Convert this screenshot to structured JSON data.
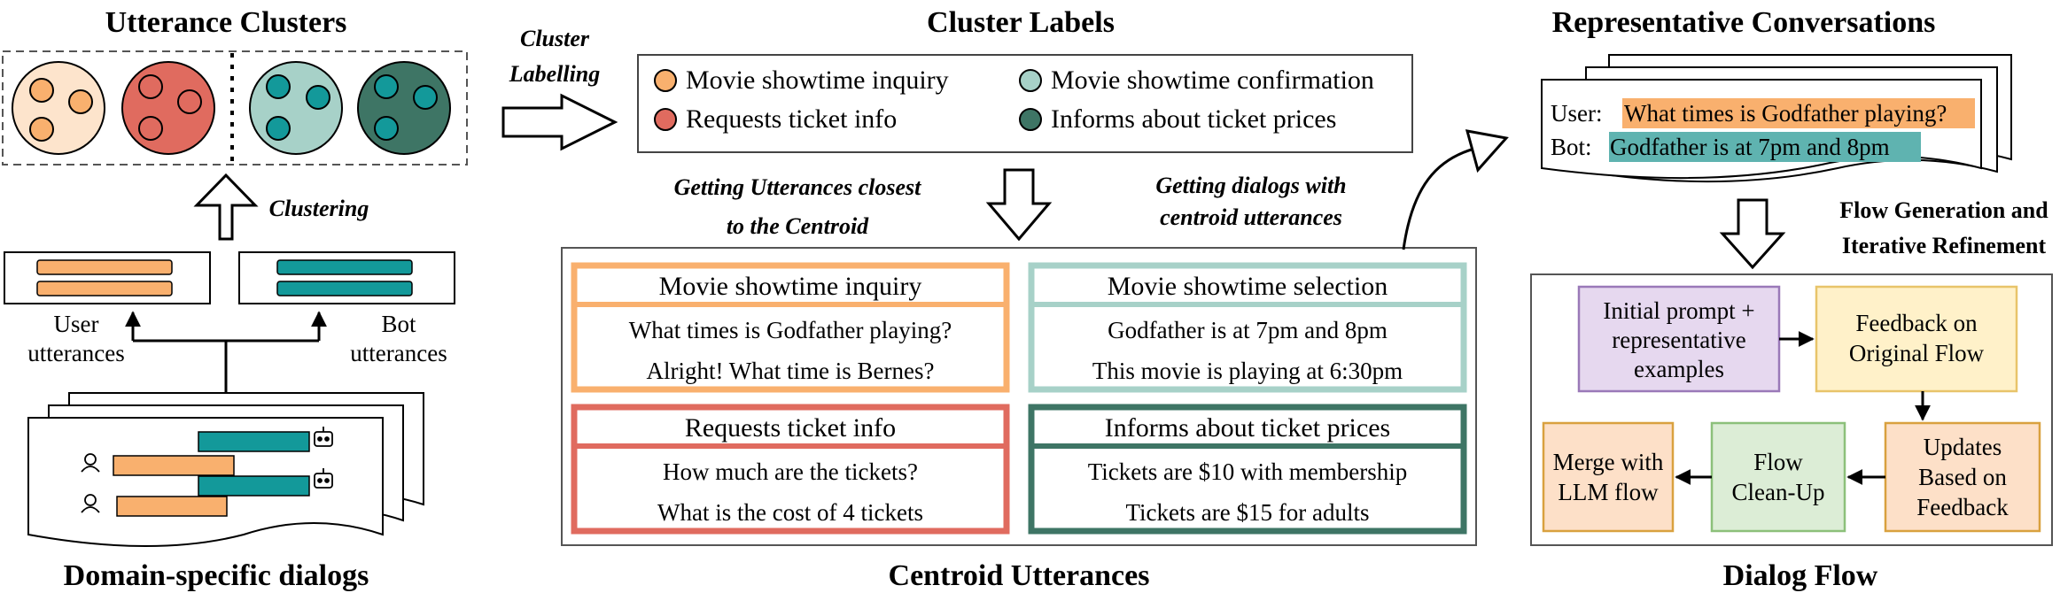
{
  "titles": {
    "utterance_clusters": "Utterance Clusters",
    "cluster_labels": "Cluster Labels",
    "representative_conversations": "Representative Conversations",
    "centroid_utterances": "Centroid Utterances",
    "dialog_flow": "Dialog Flow",
    "domain_dialogs": "Domain-specific dialogs"
  },
  "steps": {
    "cluster_labelling_1": "Cluster",
    "cluster_labelling_2": "Labelling",
    "clustering": "Clustering",
    "getting_utterances_1": "Getting Utterances closest",
    "getting_utterances_2": "to the Centroid",
    "getting_dialogs_1": "Getting dialogs with",
    "getting_dialogs_2": "centroid utterances",
    "flow_generation_1": "Flow Generation and",
    "flow_generation_2": "Iterative Refinement"
  },
  "utterance_labels": {
    "user_1": "User",
    "user_2": "utterances",
    "bot_1": "Bot",
    "bot_2": "utterances"
  },
  "legend": [
    {
      "label": "Movie showtime inquiry",
      "color": "#f9b06e"
    },
    {
      "label": "Requests ticket info",
      "color": "#e06b5f"
    },
    {
      "label": "Movie showtime confirmation",
      "color": "#a7d1c8"
    },
    {
      "label": "Informs about ticket prices",
      "color": "#3e7565"
    }
  ],
  "conversation": {
    "user_prefix": "User:",
    "user_text": "What times is Godfather playing?",
    "bot_prefix": "Bot:",
    "bot_text": "Godfather is at 7pm and 8pm"
  },
  "centroids": [
    {
      "title": "Movie showtime inquiry",
      "lines": [
        "What times is Godfather playing?",
        "Alright! What time is Bernes?"
      ],
      "color": "#f9b06e"
    },
    {
      "title": "Movie showtime selection",
      "lines": [
        "Godfather is at 7pm and 8pm",
        "This movie is playing at 6:30pm"
      ],
      "color": "#a7d1c8"
    },
    {
      "title": "Requests ticket info",
      "lines": [
        "How much are the tickets?",
        "What is the cost of 4 tickets"
      ],
      "color": "#e06b5f"
    },
    {
      "title": "Informs about ticket prices",
      "lines": [
        "Tickets are $10 with membership",
        "Tickets are $15 for adults"
      ],
      "color": "#3e7565"
    }
  ],
  "flow": {
    "initial_prompt": [
      "Initial prompt +",
      "representative",
      "examples"
    ],
    "feedback": [
      "Feedback on",
      "Original Flow"
    ],
    "updates": [
      "Updates",
      "Based on",
      "Feedback"
    ],
    "cleanup": [
      "Flow",
      "Clean-Up"
    ],
    "merge": [
      "Merge with",
      "LLM flow"
    ]
  },
  "colors": {
    "orange": "#f9b06e",
    "red": "#e06b5f",
    "teal_light": "#a7d1c8",
    "teal_dark": "#3e7565",
    "teal": "#13999a",
    "purple_fill": "#e6d8ef",
    "purple_stroke": "#9a79b8",
    "yellow_fill": "#fff1c9",
    "yellow_stroke": "#e8c46a",
    "peach_fill": "#fde0c8",
    "peach_stroke": "#d9a13f",
    "green_fill": "#dcedd6",
    "green_stroke": "#8cc07a"
  }
}
